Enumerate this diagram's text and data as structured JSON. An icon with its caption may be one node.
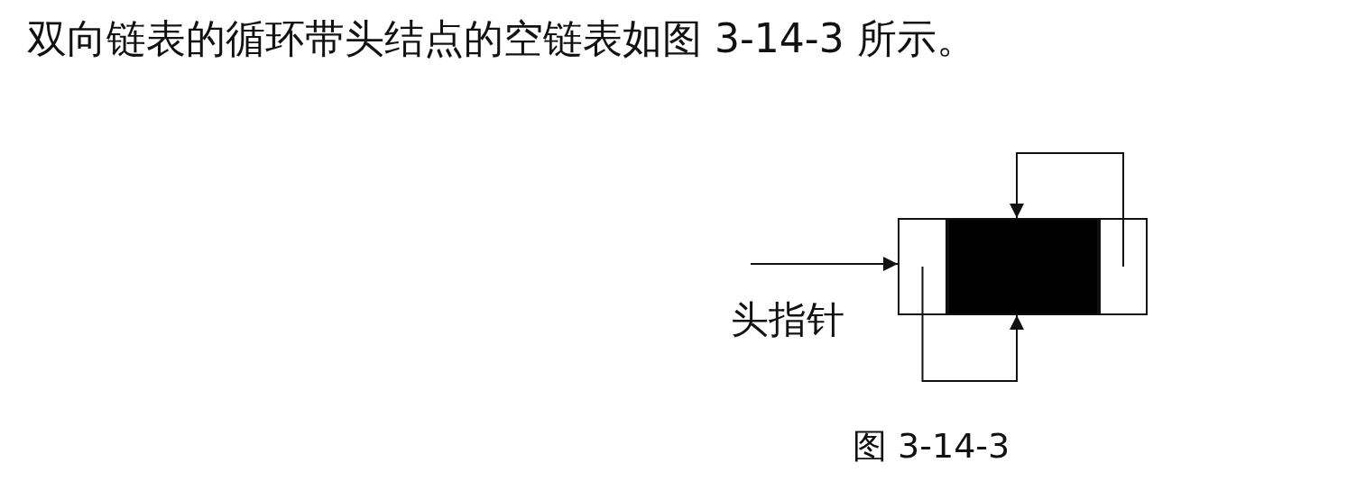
{
  "diagram": {
    "title": "双向链表的循环带头结点的空链表如图 3-14-3 所示。",
    "caption": "图 3-14-3",
    "nodes": [
      {
        "text": [],
        "shape": "box"
      },
      {
        "text": [],
        "shape": "box",
        "in": 0
      },
      {
        "text": [],
        "shape": "box",
        "in": 0
      },
      {
        "text": [],
        "shape": "box",
        "in": 0
      }
    ],
    "edges": [
      {
        "from": null,
        "to": 0,
        "arrow": "to",
        "label": "头指针"
      },
      {
        "from": 3,
        "to": 2,
        "arrow": "to"
      },
      {
        "from": 1,
        "to": 2,
        "arrow": "to"
      }
    ]
  }
}
